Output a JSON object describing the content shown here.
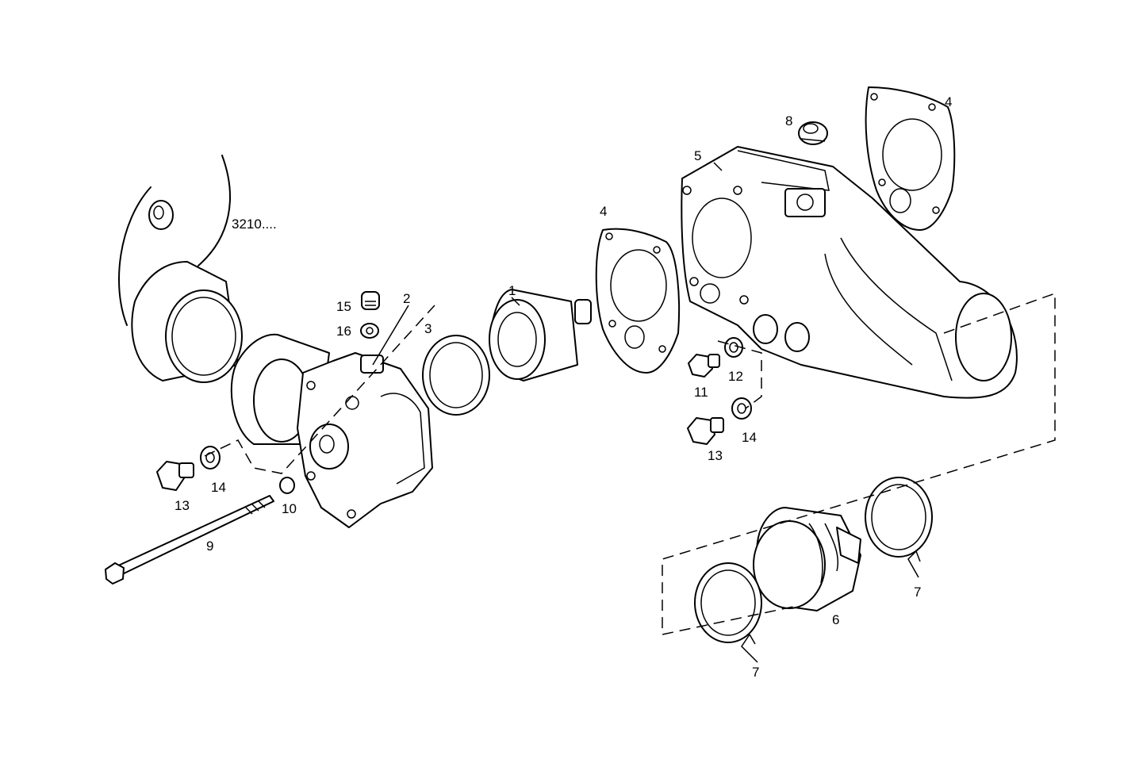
{
  "labels": {
    "ref_3210": "3210....",
    "p1": "1",
    "p2": "2",
    "p3": "3",
    "p4_left": "4",
    "p4_right": "4",
    "p5": "5",
    "p6": "6",
    "p7_left": "7",
    "p7_right": "7",
    "p8": "8",
    "p9": "9",
    "p10": "10",
    "p11": "11",
    "p12": "12",
    "p13_left": "13",
    "p13_right": "13",
    "p14_left": "14",
    "p14_right": "14",
    "p15": "15",
    "p16": "16"
  },
  "colors": {
    "line": "#000000",
    "background": "#ffffff"
  }
}
